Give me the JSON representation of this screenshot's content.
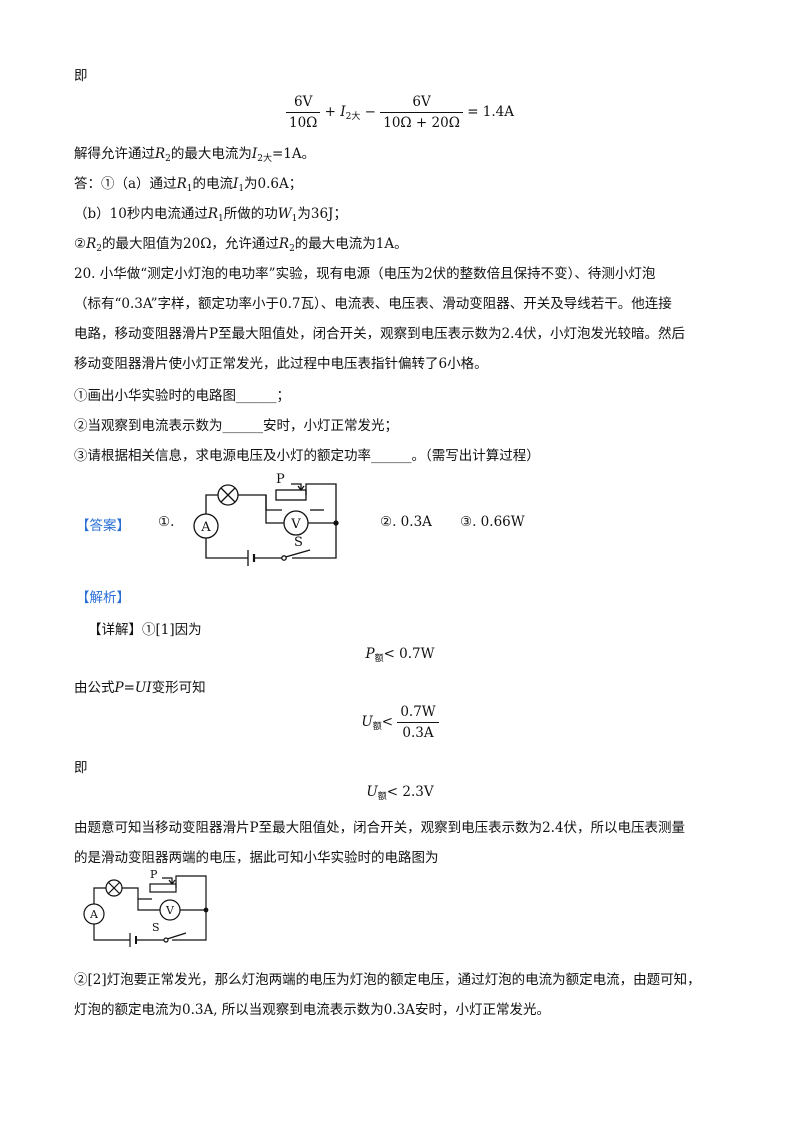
{
  "intro_ji": "即",
  "eq1": {
    "f1_num": "6V",
    "f1_den": "10Ω",
    "plus": "+",
    "I": "I",
    "I_sub": "2大",
    "minus": "−",
    "f2_num": "6V",
    "f2_den": "10Ω + 20Ω",
    "eq": "=",
    "result": "1.4A"
  },
  "sol_line": {
    "a": "解得允许通过",
    "R": "R",
    "R_sub": "2",
    "b": "的最大电流为",
    "I": "I",
    "I_sub": "2大",
    "c": "=1A。"
  },
  "ans_a": {
    "a": "答：①（a）通过",
    "R": "R",
    "R_sub": "1",
    "b": "的电流",
    "I": "I",
    "I_sub": "1",
    "c": "为0.6A；"
  },
  "ans_b": {
    "a": "（b）10秒内电流通过",
    "R": "R",
    "R_sub": "1",
    "b": "所做的功",
    "W": "W",
    "W_sub": "1",
    "c": "为36J；"
  },
  "ans_c": {
    "a": "②",
    "R": "R",
    "R_sub": "2",
    "b": "的最大阻值为20Ω，允许通过",
    "R2": "R",
    "R2_sub": "2",
    "c": "的最大电流为1A。"
  },
  "q20": [
    "20. 小华做“测定小灯泡的电功率”实验，现有电源（电压为2伏的整数倍且保持不变）、待测小灯泡",
    "（标有“0.3A”字样，额定功率小于0.7瓦）、电流表、电压表、滑动变阻器、开关及导线若干。他连接",
    "电路，移动变阻器滑片P至最大阻值处，闭合开关，观察到电压表示数为2.4伏，小灯泡发光较暗。然后",
    "移动变阻器滑片使小灯正常发光，此过程中电压表指针偏转了6小格。"
  ],
  "sub_q": [
    "①画出小华实验时的电路图______；",
    "②当观察到电流表示数为______安时，小灯正常发光；",
    "③请根据相关信息，求电源电压及小灯的额定功率______。（需写出计算过程）"
  ],
  "answer": {
    "tag": "【答案】",
    "n1": "①.",
    "n2": "②. 0.3A",
    "n3": "③. 0.66W"
  },
  "circuit": {
    "ammeter": "A",
    "voltmeter": "V",
    "slider": "P",
    "switch": "S"
  },
  "analysis_tag": "【解析】",
  "detail": {
    "tag": "【详解】",
    "text": "①[1]因为"
  },
  "f_p": {
    "P": "P",
    "sub": "额",
    "rest": "< 0.7W"
  },
  "formula_line": {
    "a": "由公式",
    "f": "P=UI",
    "b": "变形可知"
  },
  "f_u": {
    "U": "U",
    "sub": "额",
    "lt": "<",
    "num": "0.7W",
    "den": "0.3A"
  },
  "ji2": "即",
  "f_u2": {
    "U": "U",
    "sub": "额",
    "rest": "< 2.3V"
  },
  "expl": [
    "由题意可知当移动变阻器滑片P至最大阻值处，闭合开关，观察到电压表示数为2.4伏，所以电压表测量",
    "的是滑动变阻器两端的电压，据此可知小华实验时的电路图为"
  ],
  "final": [
    "②[2]灯泡要正常发光，那么灯泡两端的电压为灯泡的额定电压，通过灯泡的电流为额定电流，由题可知，",
    "灯泡的额定电流为0.3A, 所以当观察到电流表示数为0.3A安时，小灯正常发光。"
  ]
}
